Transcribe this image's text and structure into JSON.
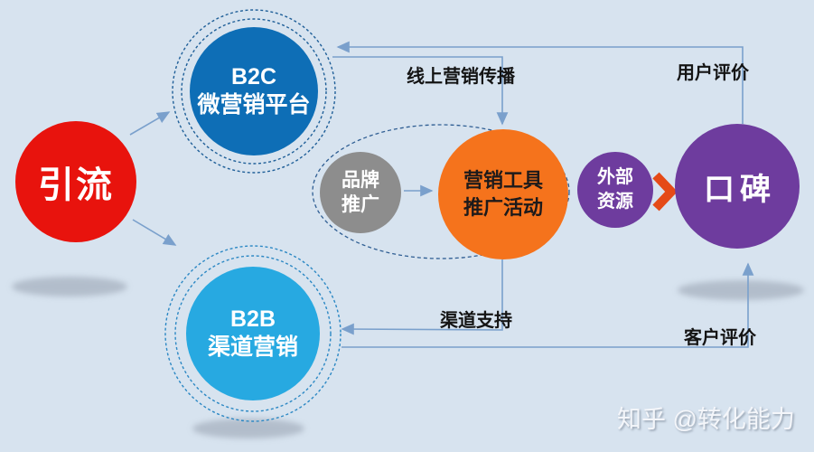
{
  "diagram": {
    "title_hint": "marketing funnel flow diagram",
    "nodes": {
      "yinliu": {
        "label": "引流",
        "color": "#e8130d"
      },
      "b2c": {
        "line1": "B2C",
        "line2": "微营销平台",
        "color": "#0e6eb6"
      },
      "b2b": {
        "line1": "B2B",
        "line2": "渠道营销",
        "color": "#27a9e1"
      },
      "brand": {
        "line1": "品牌",
        "line2": "推广",
        "color": "#8d8d8d"
      },
      "tools": {
        "line1": "营销工具",
        "line2": "推广活动",
        "color": "#f5731c"
      },
      "external": {
        "line1": "外部",
        "line2": "资源",
        "color": "#6e3c9e"
      },
      "koubei": {
        "label": "口碑",
        "color": "#6e3c9e"
      }
    },
    "edge_labels": {
      "online_marketing": "线上营销传播",
      "user_review": "用户评价",
      "channel_support": "渠道支持",
      "customer_review": "客户评价"
    },
    "colors": {
      "background": "#d7e3ef",
      "connector": "#7aa0cc",
      "b2c_ring": "#1f5f98",
      "b2b_ring": "#2c88c4",
      "group_ellipse": "#2f5e93",
      "chevron": "#e54a17",
      "tools_text": "#1d1a1b",
      "shadow": "#8f99a8"
    }
  },
  "watermark": {
    "text": "知乎 @转化能力"
  }
}
